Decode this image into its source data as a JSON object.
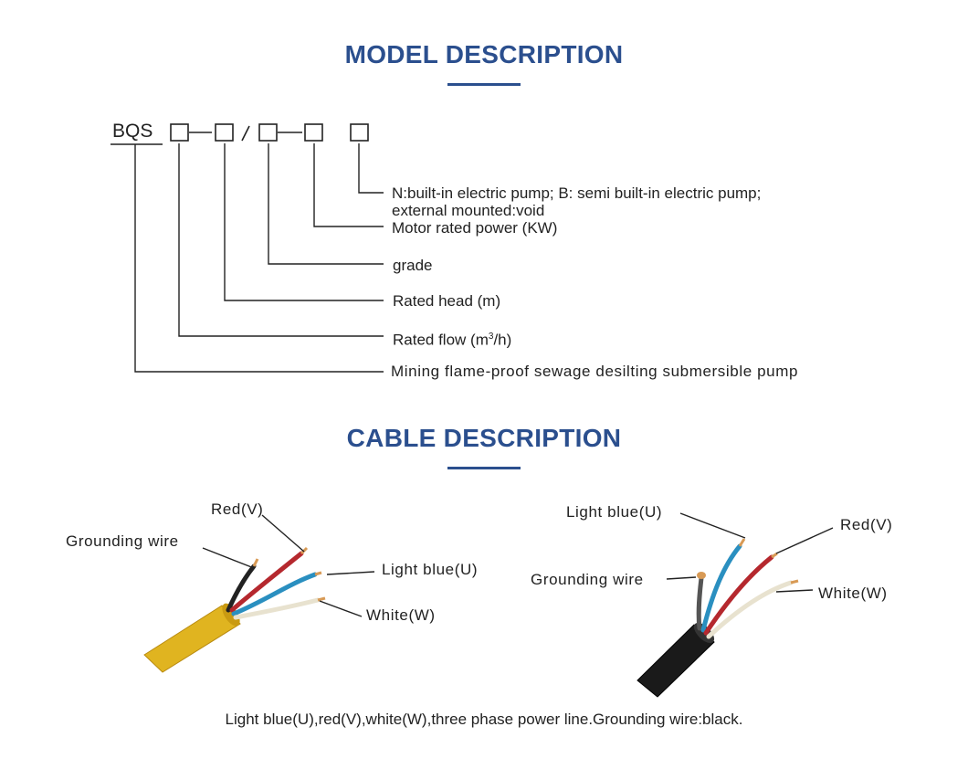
{
  "model": {
    "title": "MODEL DESCRIPTION",
    "prefix": "BQS",
    "separator_dash": "—",
    "separator_slash": "/",
    "labels": {
      "pump_type_line1": "N:built-in electric pump; B: semi built-in electric pump;",
      "pump_type_line2": "external mounted:void",
      "motor_power": "Motor rated power (KW)",
      "grade": "grade",
      "rated_head": "Rated head  (m)",
      "rated_flow_prefix": "Rated flow (m",
      "rated_flow_sup": "3",
      "rated_flow_suffix": "/h)",
      "pump_name": "Mining flame-proof sewage desilting submersible pump"
    }
  },
  "cable": {
    "title": "CABLE DESCRIPTION",
    "left": {
      "red": "Red(V)",
      "ground": "Grounding wire",
      "blue": "Light blue(U)",
      "white": "White(W)"
    },
    "right": {
      "blue": "Light blue(U)",
      "red": "Red(V)",
      "ground": "Grounding wire",
      "white": "White(W)"
    },
    "footer": "Light blue(U),red(V),white(W),three phase power line.Grounding wire:black."
  },
  "colors": {
    "heading": "#2b4f8e",
    "jacket_left": "#e0b420",
    "jacket_right": "#1a1a1a",
    "wire_red": "#b5282e",
    "wire_blue": "#2a8fc0",
    "wire_white": "#e8e2cf",
    "wire_black": "#222222",
    "copper": "#d89a55"
  }
}
